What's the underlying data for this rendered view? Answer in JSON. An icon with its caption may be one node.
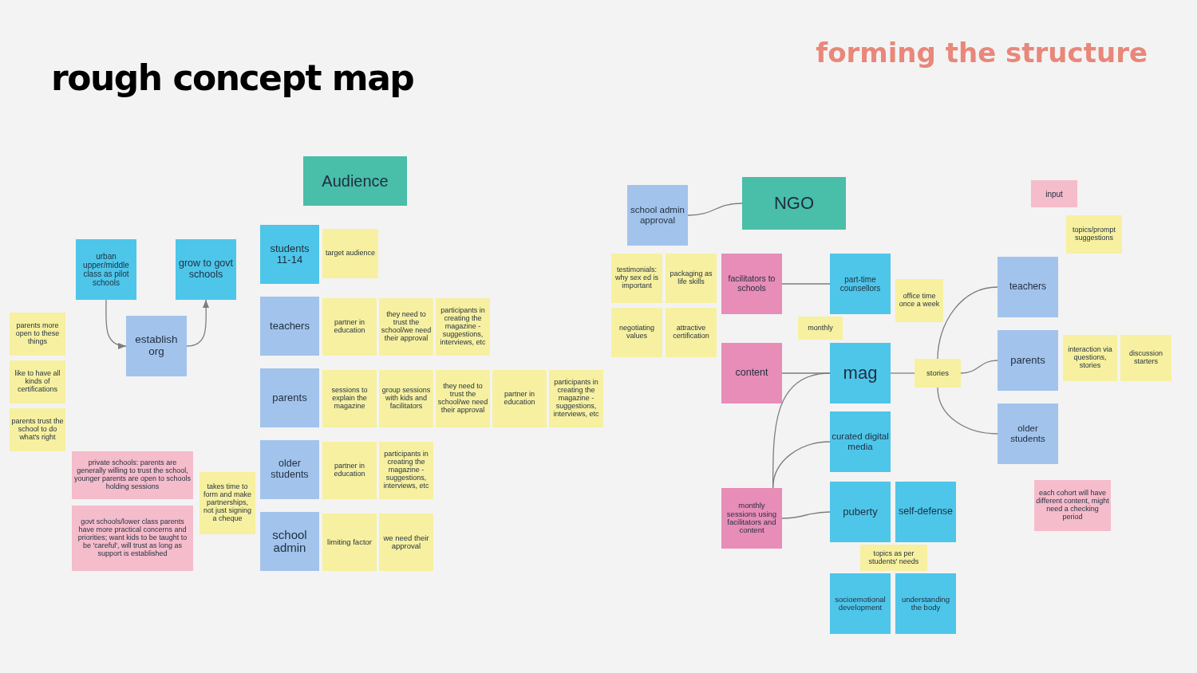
{
  "diagram": {
    "title": "rough concept map",
    "nodes": [
      {
        "text": [
          "urban upper/middle class as pilot schools"
        ]
      },
      {
        "text": [
          "grow to govt schools"
        ]
      },
      {
        "text": [
          "establish org"
        ]
      },
      {
        "text": [
          "parents more open to these things"
        ]
      },
      {
        "text": [
          "like to have all kinds of certifications"
        ]
      },
      {
        "text": [
          "parents trust the school to do what's right"
        ]
      },
      {
        "text": [
          "private schools: parents are generally willing to trust the school, younger parents are open to schools holding sessions"
        ]
      },
      {
        "text": [
          "govt schools/lower class parents have more practical concerns and priorities; want kids to be taught to be 'careful', will trust as long as support is established"
        ]
      },
      {
        "text": [
          "takes time to form and make partnerships, not just signing a cheque"
        ]
      },
      {
        "text": [
          "Audience"
        ]
      },
      {
        "text": [
          "students 11-14"
        ]
      },
      {
        "text": [
          "target audience"
        ]
      },
      {
        "text": [
          "teachers"
        ]
      },
      {
        "text": [
          "partner in education"
        ]
      },
      {
        "text": [
          "they need to trust the school/we need their approval"
        ]
      },
      {
        "text": [
          "participants in creating the magazine - suggestions, interviews, etc"
        ]
      },
      {
        "text": [
          "parents"
        ]
      },
      {
        "text": [
          "sessions to explain the magazine"
        ]
      },
      {
        "text": [
          "group sessions with kids and facilitators"
        ]
      },
      {
        "text": [
          "they need to trust the school/we need their approval"
        ]
      },
      {
        "text": [
          "partner in education"
        ]
      },
      {
        "text": [
          "participants in creating the magazine - suggestions, interviews, etc"
        ]
      },
      {
        "text": [
          "older students"
        ]
      },
      {
        "text": [
          "partner in education"
        ]
      },
      {
        "text": [
          "participants in creating the magazine - suggestions, interviews, etc"
        ]
      },
      {
        "text": [
          "school admin"
        ]
      },
      {
        "text": [
          "limiting factor"
        ]
      },
      {
        "text": [
          "we need their approval"
        ]
      },
      {
        "text": [
          "NGO"
        ]
      },
      {
        "text": [
          "school admin approval"
        ]
      },
      {
        "text": [
          "testimonials: why sex ed is important"
        ]
      },
      {
        "text": [
          "packaging as life skills"
        ]
      },
      {
        "text": [
          "negotiating values"
        ]
      },
      {
        "text": [
          "attractive certification"
        ]
      },
      {
        "text": [
          "facilitators to schools"
        ]
      },
      {
        "text": [
          "part-time counsellors"
        ]
      },
      {
        "text": [
          "office time once a week"
        ]
      },
      {
        "text": [
          "content"
        ]
      },
      {
        "text": [
          "monthly"
        ]
      },
      {
        "text": [
          "mag"
        ]
      },
      {
        "text": [
          "stories"
        ]
      },
      {
        "text": [
          "curated digital media"
        ]
      },
      {
        "text": [
          "monthly sessions using facilitators and content"
        ]
      },
      {
        "text": [
          "puberty"
        ]
      },
      {
        "text": [
          "self-defense"
        ]
      },
      {
        "text": [
          "topics as per students' needs"
        ]
      },
      {
        "text": [
          "socioemotional development"
        ]
      },
      {
        "text": [
          "understanding the body"
        ]
      },
      {
        "text": [
          "input"
        ]
      },
      {
        "text": [
          "topics/prompt suggestions"
        ]
      },
      {
        "text": [
          "teachers"
        ]
      },
      {
        "text": [
          "parents"
        ]
      },
      {
        "text": [
          "interaction via questions, stories"
        ]
      },
      {
        "text": [
          "discussion starters"
        ]
      },
      {
        "text": [
          "older students"
        ]
      },
      {
        "text": [
          "each cohort will have different content, might need a checking period"
        ]
      }
    ],
    "edges": [
      {
        "from": 0,
        "to": 2,
        "arrow": "to"
      },
      {
        "from": 2,
        "to": 1,
        "arrow": "to"
      },
      {
        "from": 29,
        "to": 28,
        "arrow": "none"
      },
      {
        "from": 34,
        "to": 35,
        "arrow": "none"
      },
      {
        "from": 37,
        "to": 39,
        "arrow": "none"
      },
      {
        "from": 42,
        "to": 39,
        "arrow": "none"
      },
      {
        "from": 42,
        "to": 41,
        "arrow": "none"
      },
      {
        "from": 42,
        "to": 43,
        "arrow": "none"
      },
      {
        "from": 39,
        "to": 40,
        "arrow": "none"
      },
      {
        "from": 40,
        "to": 50,
        "arrow": "none"
      },
      {
        "from": 40,
        "to": 51,
        "arrow": "none"
      },
      {
        "from": 40,
        "to": 54,
        "arrow": "none"
      }
    ],
    "labels": [
      "forming the structure"
    ]
  }
}
